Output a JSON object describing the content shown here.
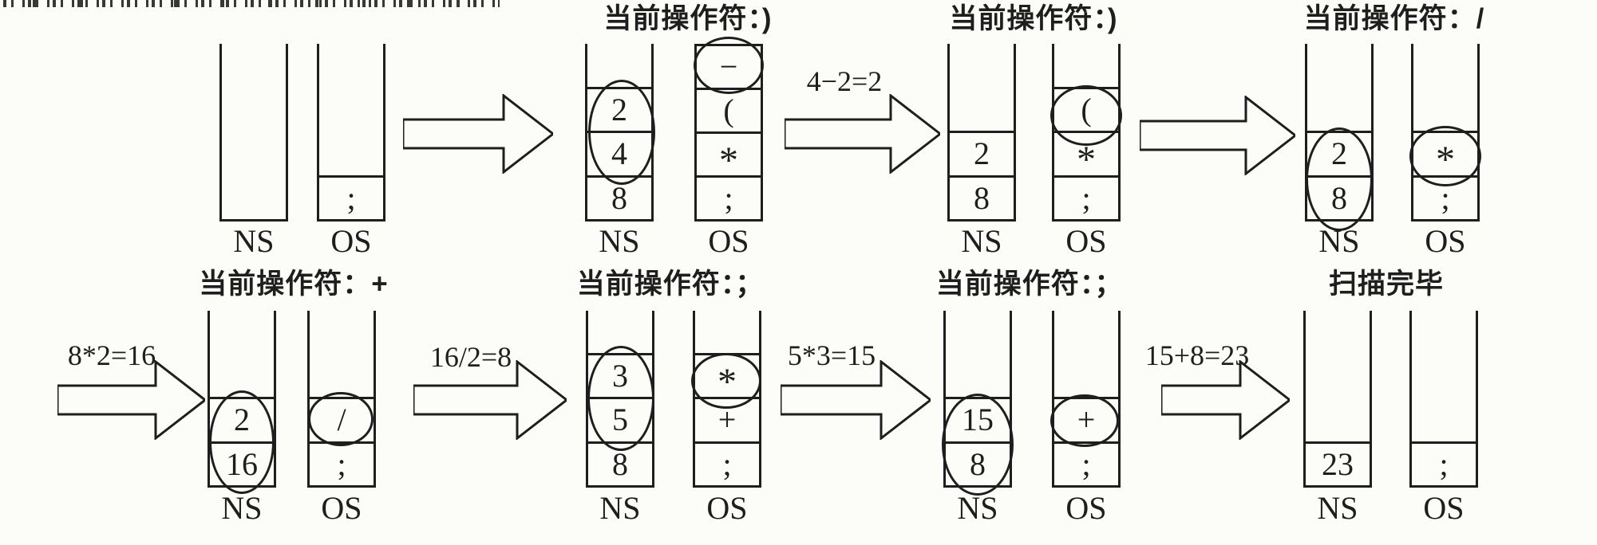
{
  "colors": {
    "ink": "#1e1e1e",
    "paper": "#fcfcf9"
  },
  "stacks": {
    "ns_label": "NS",
    "os_label": "OS"
  },
  "states": [
    {
      "header": "",
      "ns": [],
      "os": [
        ";"
      ]
    },
    {
      "header": "当前操作符：)",
      "ns": [
        "2",
        "4",
        "8"
      ],
      "os": [
        "−",
        "(",
        "*",
        ";"
      ]
    },
    {
      "header": "当前操作符：)",
      "ns": [
        "2",
        "8"
      ],
      "os": [
        "(",
        "*",
        ";"
      ]
    },
    {
      "header": "当前操作符：/",
      "ns": [
        "2",
        "8"
      ],
      "os": [
        "*",
        ";"
      ]
    },
    {
      "header": "当前操作符：+",
      "ns": [
        "2",
        "16"
      ],
      "os": [
        "/",
        ";"
      ]
    },
    {
      "header": "当前操作符：；",
      "ns": [
        "3",
        "5",
        "8"
      ],
      "os": [
        "*",
        "+",
        ";"
      ]
    },
    {
      "header": "当前操作符：；",
      "ns": [
        "15",
        "8"
      ],
      "os": [
        "+",
        ";"
      ]
    },
    {
      "header": "扫描完毕",
      "ns": [
        "23"
      ],
      "os": [
        ";"
      ]
    }
  ],
  "arrows": [
    {
      "label": ""
    },
    {
      "label": "4−2=2"
    },
    {
      "label": ""
    },
    {
      "label": "8*2=16"
    },
    {
      "label": "16/2=8"
    },
    {
      "label": "5*3=15"
    },
    {
      "label": "15+8=23"
    }
  ]
}
